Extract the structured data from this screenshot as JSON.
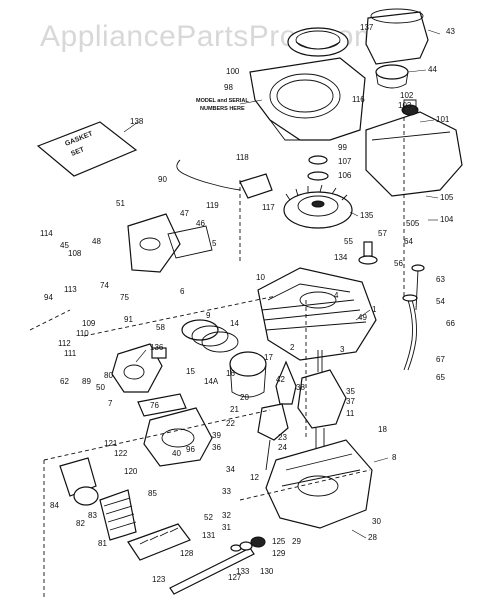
{
  "watermark": "AppliancePartsPros.com",
  "engine_note": [
    "MODEL and SERIAL",
    "NUMBERS HERE"
  ],
  "gasket_set_label": [
    "GASKET",
    "SET"
  ],
  "callouts": [
    "1",
    "2",
    "3",
    "4",
    "5",
    "6",
    "7",
    "8",
    "9",
    "10",
    "11",
    "12",
    "14",
    "14A",
    "15",
    "16",
    "17",
    "18",
    "20",
    "21",
    "22",
    "23",
    "24",
    "28",
    "29",
    "30",
    "31",
    "32",
    "33",
    "34",
    "35",
    "36",
    "37",
    "38",
    "39",
    "40",
    "42",
    "43",
    "44",
    "45",
    "46",
    "47",
    "48",
    "49",
    "50",
    "51",
    "52",
    "54",
    "55",
    "56",
    "57",
    "58",
    "62",
    "63",
    "64",
    "65",
    "66",
    "67",
    "74",
    "75",
    "76",
    "80",
    "81",
    "82",
    "83",
    "84",
    "85",
    "89",
    "90",
    "91",
    "94",
    "96",
    "98",
    "99",
    "100",
    "101",
    "102",
    "103",
    "104",
    "105",
    "106",
    "107",
    "108",
    "109",
    "110",
    "111",
    "112",
    "113",
    "114",
    "116",
    "117",
    "118",
    "119",
    "120",
    "121",
    "122",
    "123",
    "125",
    "127",
    "128",
    "129",
    "130",
    "131",
    "133",
    "134",
    "135",
    "136",
    "137",
    "138",
    "505"
  ]
}
